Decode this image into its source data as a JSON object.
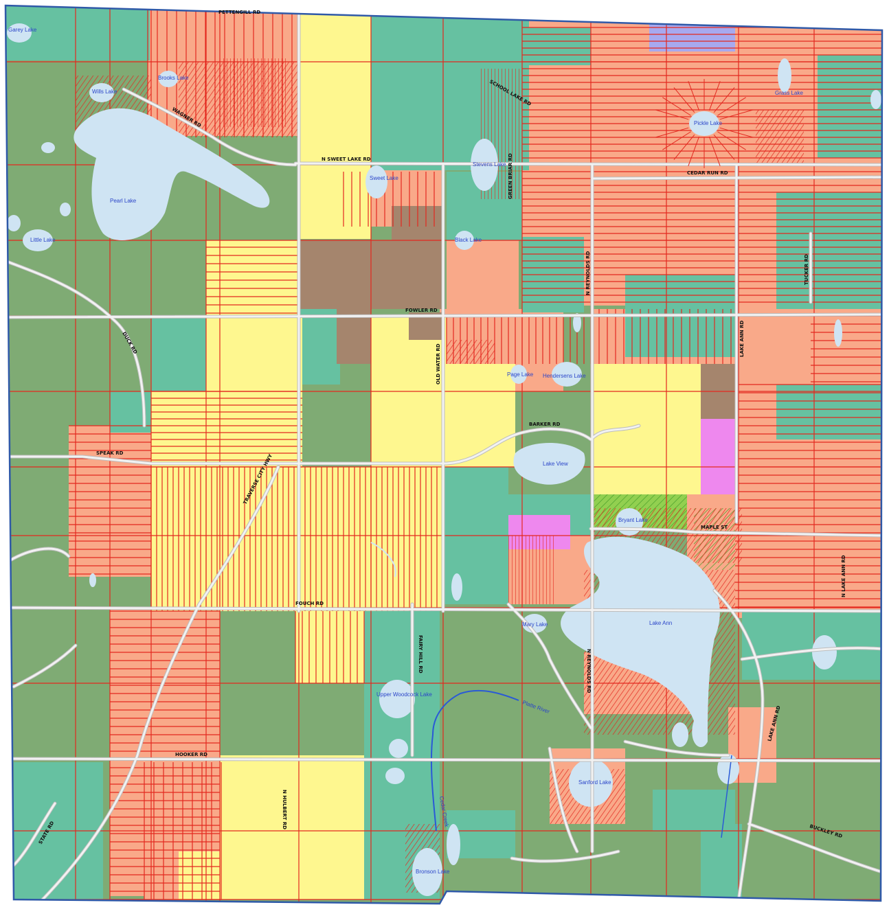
{
  "colors": {
    "forest": "#7fab74",
    "teal": "#66c1a1",
    "salmon": "#f9a989",
    "yellow": "#fef78f",
    "brown": "#a5856d",
    "purple": "#a7a9ef",
    "magenta": "#ee88ee",
    "lime": "#92d050",
    "water": "#cfe4f3",
    "parcel_line": "#e3281f",
    "road": "#f2f2f2",
    "road_outline": "#bdbdbd",
    "boundary": "#2f59a8",
    "stream": "#2a5ad6",
    "lake_text": "#2a44c8"
  },
  "roads": {
    "pettengill": "PETTENGILL RD",
    "wagner": "WAGNER RD",
    "n_sweet_lake": "N SWEET LAKE RD",
    "cedar_run": "CEDAR RUN RD",
    "fowler": "FOWLER RD",
    "n_reynolds": "N REYNOLDS RD",
    "tucker": "TUCKER RD",
    "lake_ann_north": "LAKE ANN RD",
    "baker": "BARKER RD",
    "speak": "SPEAK RD",
    "traverse_city_hwy": "TRAVERSE CITY HWY",
    "fouch": "FOUCH RD",
    "maple": "MAPLE ST",
    "hooker": "HOOKER RD",
    "n_hulbert": "N HULBERT RD",
    "state": "STATE RD",
    "n_reynolds_south": "N REYNOLDS RD",
    "lake_ann_south": "LAKE ANN RD",
    "buckley": "BUCKLEY RD",
    "n_lake_ann": "N LAKE ANN RD",
    "old_water": "OLD WATER RD",
    "green_briar": "GREEN BRIAR RD",
    "fairy_hill": "FAIRY HILL RD",
    "school_lake": "SCHOOL LAKE RD",
    "duck": "DUCK RD"
  },
  "lakes": {
    "garey": "Garey Lake",
    "wills": "Wills Lake",
    "brooks": "Brooks Lake",
    "pearl": "Pearl Lake",
    "little": "Little Lake",
    "sweet": "Sweet Lake",
    "stevens": "Stevens Lake",
    "black": "Black Lake",
    "pickle": "Pickle Lake",
    "grass": "Grass Lake",
    "page": "Page Lake",
    "hendersens": "Hendersens Lake",
    "lake_view": "Lake View",
    "bryant": "Bryant Lake",
    "mary": "Mary Lake",
    "lake_ann": "Lake Ann",
    "upper_woodcock": "Upper Woodcock Lake",
    "sanford": "Sanford Lake",
    "bronson": "Bronson Lake"
  },
  "streams": {
    "platte": "Platte River",
    "cedar": "Cedar Creek"
  }
}
